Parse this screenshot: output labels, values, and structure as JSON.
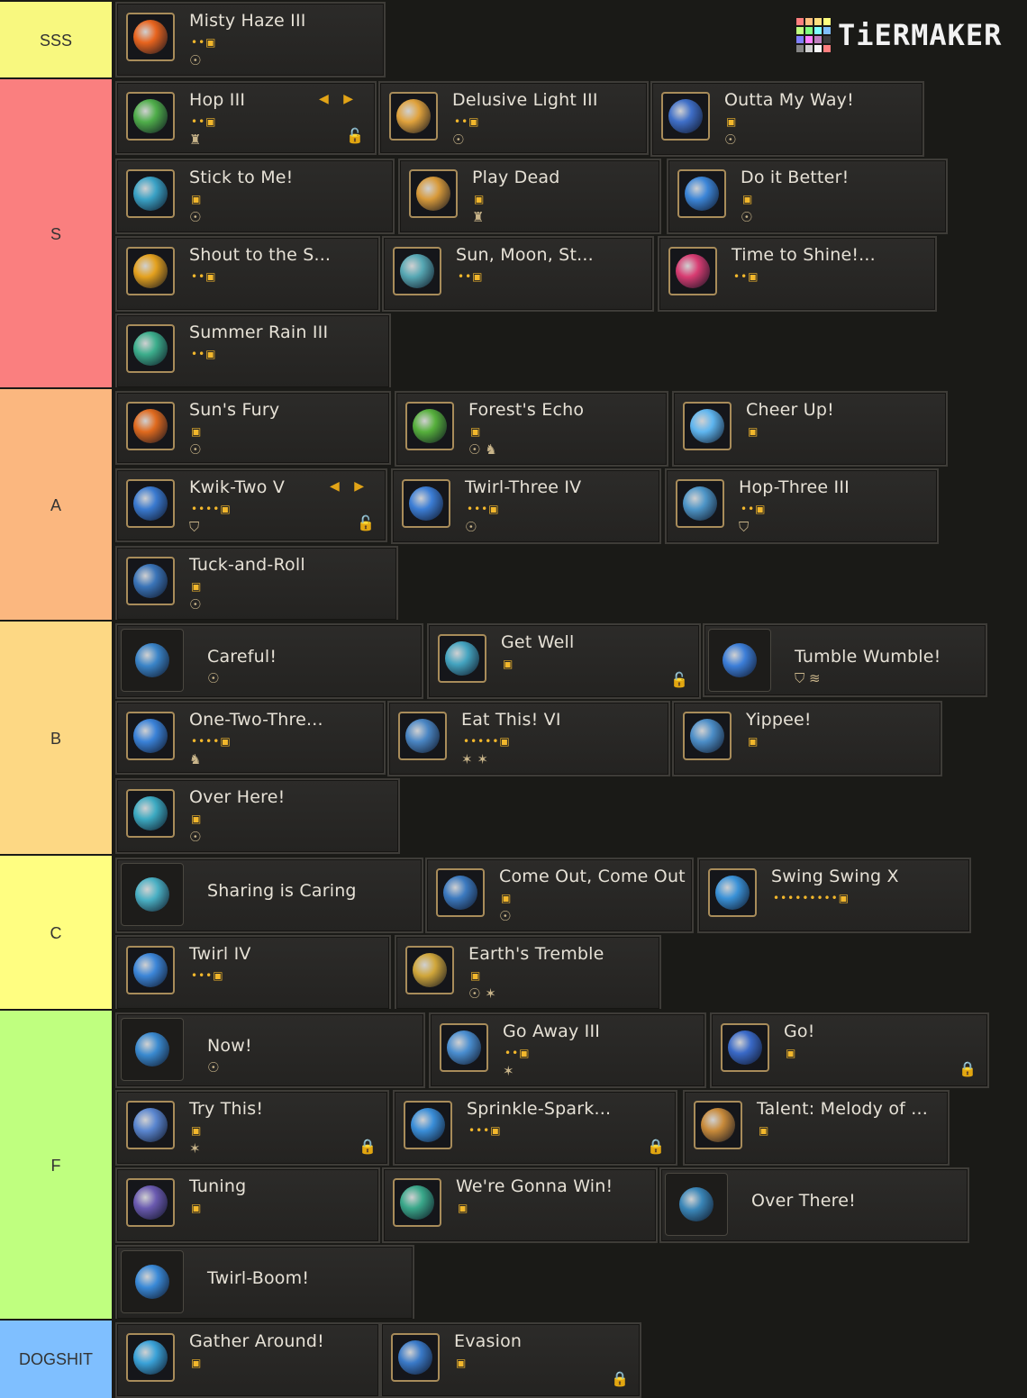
{
  "logo": {
    "text": "TiERMAKER"
  },
  "tiers": [
    {
      "label": "SSS",
      "color": "#f8f87f",
      "items": [
        {
          "name": "Misty Haze III",
          "dots": "••▣",
          "badges": "☉",
          "orb": "#e8641e"
        }
      ]
    },
    {
      "label": "S",
      "color": "#fa7f7f",
      "items": [
        {
          "name": "Hop III",
          "dots": "••▣",
          "badges": "♜",
          "orb": "#4fae4a",
          "arrows": "◀ ▶",
          "lock": "🔓"
        },
        {
          "name": "Delusive Light III",
          "dots": "••▣",
          "badges": "☉",
          "orb": "#e0a23c"
        },
        {
          "name": "Outta My Way!",
          "dots": "▣",
          "badges": "☉",
          "orb": "#3f6fc8"
        },
        {
          "name": "Stick to Me!",
          "dots": "▣",
          "badges": "☉",
          "orb": "#3aa2c6"
        },
        {
          "name": "Play Dead",
          "dots": "▣",
          "badges": "♜",
          "orb": "#d89a3a"
        },
        {
          "name": "Do it Better!",
          "dots": "▣",
          "badges": "☉",
          "orb": "#3c86d8"
        },
        {
          "name": "Shout to the S...",
          "dots": "••▣",
          "badges": "",
          "orb": "#e4a11e"
        },
        {
          "name": "Sun, Moon, St...",
          "dots": "••▣",
          "badges": "",
          "orb": "#57a8b4"
        },
        {
          "name": "Time to Shine!...",
          "dots": "••▣",
          "badges": "",
          "orb": "#d83c72"
        },
        {
          "name": "Summer Rain III",
          "dots": "••▣",
          "badges": "",
          "orb": "#3cae8c"
        }
      ]
    },
    {
      "label": "A",
      "color": "#fbb77f",
      "items": [
        {
          "name": "Sun's Fury",
          "dots": "▣",
          "badges": "☉",
          "orb": "#e06a1e"
        },
        {
          "name": "Forest's Echo",
          "dots": "▣",
          "badges": "☉ ♞",
          "orb": "#56b03c"
        },
        {
          "name": "Cheer Up!",
          "dots": "▣",
          "badges": "",
          "orb": "#5fb6f0"
        },
        {
          "name": "Kwik-Two V",
          "dots": "••••▣",
          "badges": "⛉",
          "orb": "#3a7ad0",
          "arrows": "◀ ▶",
          "lock": "🔓"
        },
        {
          "name": "Twirl-Three IV",
          "dots": "•••▣",
          "badges": "☉",
          "orb": "#3c7ed6"
        },
        {
          "name": "Hop-Three III",
          "dots": "••▣",
          "badges": "⛉",
          "orb": "#4e96c8"
        },
        {
          "name": "Tuck-and-Roll",
          "dots": "▣",
          "badges": "☉",
          "orb": "#3a74b8"
        }
      ]
    },
    {
      "label": "B",
      "color": "#fdd884",
      "items": [
        {
          "name": "Careful!",
          "dots": "",
          "badges": "☉",
          "orb": "#3a84c8",
          "wide": true
        },
        {
          "name": "Get Well",
          "dots": "▣",
          "badges": "",
          "orb": "#44a4c0",
          "lock": "🔓"
        },
        {
          "name": "Tumble Wumble!",
          "dots": "",
          "badges": "⛉ ≋",
          "orb": "#3c7ed8",
          "wide": true
        },
        {
          "name": "One-Two-Thre...",
          "dots": "••••▣",
          "badges": "♞",
          "orb": "#3a82d8"
        },
        {
          "name": "Eat This! VI",
          "dots": "•••••▣",
          "badges": "✶ ✶",
          "orb": "#4a86c4"
        },
        {
          "name": "Yippee!",
          "dots": "▣",
          "badges": "",
          "orb": "#4c8ec8"
        },
        {
          "name": "Over Here!",
          "dots": "▣",
          "badges": "☉",
          "orb": "#3caac2"
        }
      ]
    },
    {
      "label": "C",
      "color": "#fffe81",
      "items": [
        {
          "name": "Sharing is Caring",
          "dots": "",
          "badges": "",
          "orb": "#4ab0c4",
          "wide": true
        },
        {
          "name": "Come Out, Come Out",
          "dots": "▣",
          "badges": "☉",
          "orb": "#3c7ac0"
        },
        {
          "name": "Swing Swing X",
          "dots": "•••••••••▣",
          "badges": "",
          "orb": "#3a92d8"
        },
        {
          "name": "Twirl IV",
          "dots": "•••▣",
          "badges": "",
          "orb": "#3c86d8"
        },
        {
          "name": "Earth's Tremble",
          "dots": "▣",
          "badges": "☉ ✶",
          "orb": "#d0a63a"
        }
      ]
    },
    {
      "label": "F",
      "color": "#bfff7f",
      "items": [
        {
          "name": "Now!",
          "dots": "",
          "badges": "☉",
          "orb": "#3a8ad0",
          "wide": true
        },
        {
          "name": "Go Away III",
          "dots": "••▣",
          "badges": "✶",
          "orb": "#4a8ed0"
        },
        {
          "name": "Go!",
          "dots": "▣",
          "badges": "",
          "orb": "#3a6ac8",
          "lock": "🔒"
        },
        {
          "name": "Try This!",
          "dots": "▣",
          "badges": "✶",
          "orb": "#5a86d0",
          "lock": "🔒"
        },
        {
          "name": "Sprinkle-Spark...",
          "dots": "•••▣",
          "badges": "",
          "orb": "#3a8ed8",
          "lock": "🔒"
        },
        {
          "name": "Talent: Melody of ...",
          "dots": "▣",
          "badges": "",
          "orb": "#c88a3a"
        },
        {
          "name": "Tuning",
          "dots": "▣",
          "badges": "",
          "orb": "#6a5ab0"
        },
        {
          "name": "We're Gonna Win!",
          "dots": "▣",
          "badges": "",
          "orb": "#3aa88a"
        },
        {
          "name": "Over There!",
          "dots": "",
          "badges": "",
          "orb": "#3a86b8",
          "wide": true
        },
        {
          "name": "Twirl-Boom!",
          "dots": "",
          "badges": "",
          "orb": "#3a8ad8",
          "wide": true
        }
      ]
    },
    {
      "label": "DOGSHIT",
      "color": "#7fbfff",
      "items": [
        {
          "name": "Gather Around!",
          "dots": "▣",
          "badges": "",
          "orb": "#3aa2d8"
        },
        {
          "name": "Evasion",
          "dots": "▣",
          "badges": "",
          "orb": "#3a7ac8",
          "lock": "🔒"
        }
      ]
    }
  ]
}
